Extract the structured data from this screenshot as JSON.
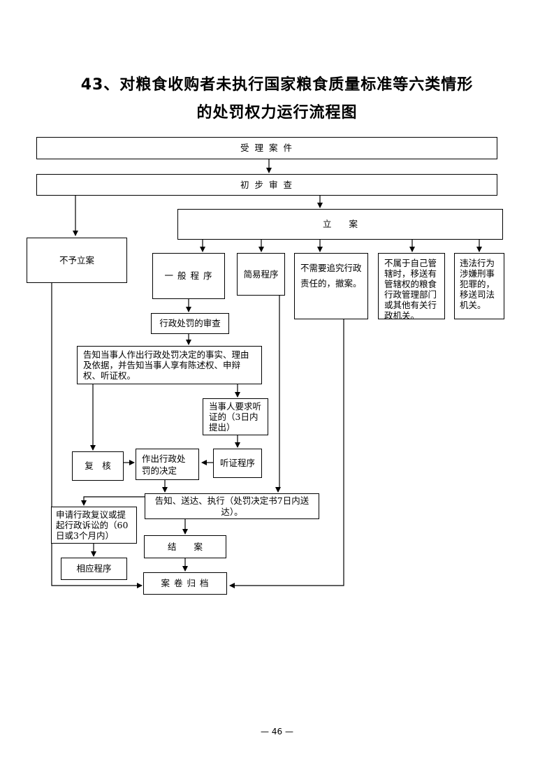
{
  "title": {
    "line1": "43、对粮食收购者未执行国家粮食质量标准等六类情形",
    "line2": "的处罚权力运行流程图"
  },
  "nodes": {
    "accept": "受 理 案 件",
    "preliminary": "初 步 审 查",
    "file_case": "立　　案",
    "no_case": "不予立案",
    "general": "一 般 程 序",
    "simple": "简易程序",
    "no_liability": "不需要追究行政责任的，撤案。",
    "not_jurisdiction": "不属于自己管辖时，移送有管辖权的粮食行政管理部门或其他有关行政机关。",
    "criminal": "违法行为涉嫌刑事犯罪的，移送司法机关。",
    "review": "行政处罚的审查",
    "notify": "告知当事人作出行政处罚决定的事实、理由及依据，并告知当事人享有陈述权、申辩权、听证权。",
    "hearing_request": "当事人要求听证的（3日内提出）",
    "hearing": "听证程序",
    "recheck": "复　核",
    "decision": "作出行政处罚的决定",
    "deliver": "告知、送达、执行（处罚决定书7日内送达）。",
    "appeal": "申请行政复议或提起行政诉讼的（60日或3个月内）",
    "corresponding": "相应程序",
    "close": "结　　案",
    "archive": "案 卷 归 档"
  },
  "page_number": "— 46 —"
}
